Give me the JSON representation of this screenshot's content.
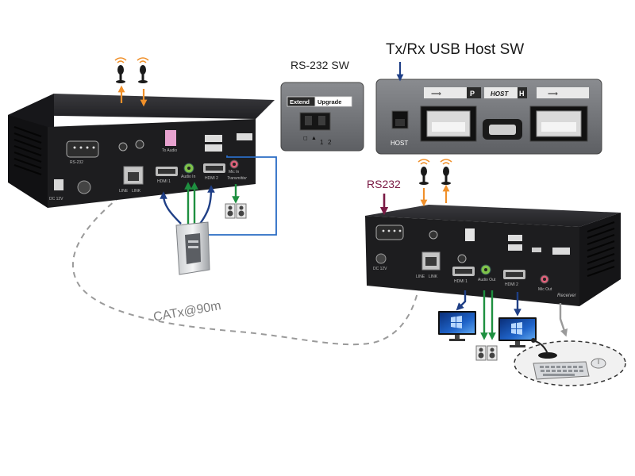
{
  "labels": {
    "usb_host_sw": "Tx/Rx USB Host SW",
    "rs232_sw": "RS-232 SW",
    "rs232": "RS232",
    "catx": "CATx@90m"
  },
  "switch_panel": {
    "extend": "Extend",
    "upgrade": "Upgrade",
    "pos1": "1",
    "pos2": "2"
  },
  "usb_panel": {
    "p": "P",
    "host": "HOST",
    "h": "H",
    "host_label": "HOST"
  },
  "transmitter": {
    "dc_label": "DC 12V",
    "rs232_port_label": "RS-232",
    "line_label": "LINE",
    "link_label": "LINK",
    "hdmi1_label": "HDMI 1",
    "hdmi2_label": "HDMI 2",
    "audio_in_label": "Audio In",
    "mic_label": "Mic In",
    "to_audio_label": "To Audio",
    "model_label": "Transmitter"
  },
  "receiver": {
    "dc_label": "DC 12V",
    "line_label": "LINE",
    "link_label": "LINK",
    "hdmi1_label": "HDMI 1",
    "hdmi2_label": "HDMI 2",
    "audio_label": "Audio Out",
    "mic_label": "Mic Out",
    "model_label": "Receiver"
  },
  "colors": {
    "arrow_blue": "#1f3f86",
    "arrow_green": "#1e9040",
    "arrow_orange": "#f0902a",
    "arrow_maroon": "#7a1a44",
    "arrow_gray": "#9a9a9a",
    "cable_blue": "#2a6cc4",
    "device_body": "#1d1d1f",
    "panel_bg": "#7a7c80"
  },
  "icons": {
    "transmitter_sensors": "ir-sensor-icon",
    "receiver_sensors": "ir-sensor-icon",
    "pc": "pc-tower-icon",
    "speakers": "speaker-icon",
    "monitors": "monitor-icon",
    "keyboard": "keyboard-icon",
    "mouse": "mouse-icon",
    "microphone": "microphone-icon"
  }
}
